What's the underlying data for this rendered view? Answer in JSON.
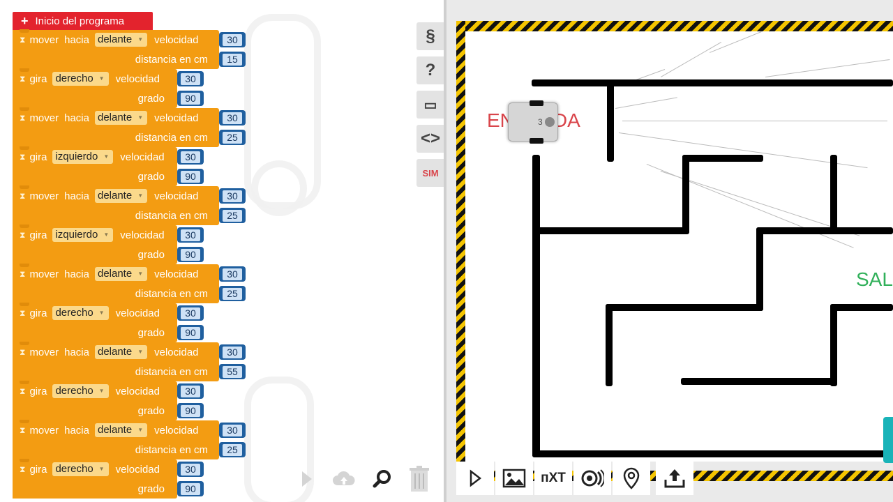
{
  "start_block": {
    "label": "Inicio del programa",
    "plus": "+"
  },
  "blocks": [
    {
      "type": "move",
      "word1": "mover",
      "word2": "hacia",
      "direction": "delante",
      "speed_label": "velocidad",
      "speed": "30",
      "param_label": "distancia en cm",
      "param": "15"
    },
    {
      "type": "turn",
      "word1": "gira",
      "direction": "derecho",
      "speed_label": "velocidad",
      "speed": "30",
      "param_label": "grado",
      "param": "90"
    },
    {
      "type": "move",
      "word1": "mover",
      "word2": "hacia",
      "direction": "delante",
      "speed_label": "velocidad",
      "speed": "30",
      "param_label": "distancia en cm",
      "param": "25"
    },
    {
      "type": "turn",
      "word1": "gira",
      "direction": "izquierdo",
      "speed_label": "velocidad",
      "speed": "30",
      "param_label": "grado",
      "param": "90"
    },
    {
      "type": "move",
      "word1": "mover",
      "word2": "hacia",
      "direction": "delante",
      "speed_label": "velocidad",
      "speed": "30",
      "param_label": "distancia en cm",
      "param": "25"
    },
    {
      "type": "turn",
      "word1": "gira",
      "direction": "izquierdo",
      "speed_label": "velocidad",
      "speed": "30",
      "param_label": "grado",
      "param": "90"
    },
    {
      "type": "move",
      "word1": "mover",
      "word2": "hacia",
      "direction": "delante",
      "speed_label": "velocidad",
      "speed": "30",
      "param_label": "distancia en cm",
      "param": "25"
    },
    {
      "type": "turn",
      "word1": "gira",
      "direction": "derecho",
      "speed_label": "velocidad",
      "speed": "30",
      "param_label": "grado",
      "param": "90"
    },
    {
      "type": "move",
      "word1": "mover",
      "word2": "hacia",
      "direction": "delante",
      "speed_label": "velocidad",
      "speed": "30",
      "param_label": "distancia en cm",
      "param": "55"
    },
    {
      "type": "turn",
      "word1": "gira",
      "direction": "derecho",
      "speed_label": "velocidad",
      "speed": "30",
      "param_label": "grado",
      "param": "90"
    },
    {
      "type": "move",
      "word1": "mover",
      "word2": "hacia",
      "direction": "delante",
      "speed_label": "velocidad",
      "speed": "30",
      "param_label": "distancia en cm",
      "param": "25"
    },
    {
      "type": "turn",
      "word1": "gira",
      "direction": "derecho",
      "speed_label": "velocidad",
      "speed": "30",
      "param_label": "grado",
      "param": "90"
    }
  ],
  "side_tools": [
    {
      "name": "source-code-button",
      "glyph": "§"
    },
    {
      "name": "help-button",
      "glyph": "?"
    },
    {
      "name": "comments-button",
      "glyph": "▭"
    },
    {
      "name": "code-view-button",
      "glyph": "<>"
    },
    {
      "name": "sim-button",
      "glyph": "SIM"
    }
  ],
  "maze": {
    "start_label": "ENTRADA",
    "end_label": "SALIDA",
    "robot_id": "3"
  },
  "sim_toolbar": {
    "robot_type": "пXT"
  },
  "colors": {
    "block": "#f39c12",
    "start": "#e3232d",
    "number": "#1f5f9f",
    "sim_red": "#d9454b",
    "entry_green": "#31b05a"
  }
}
